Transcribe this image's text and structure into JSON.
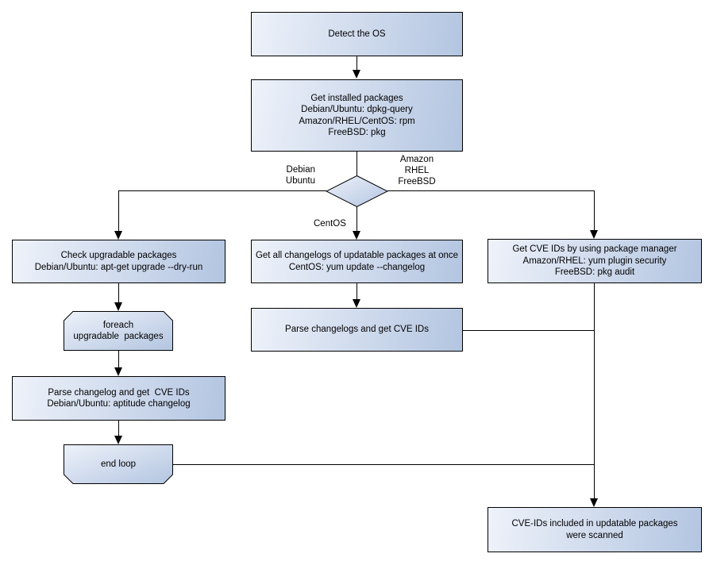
{
  "colors": {
    "box_light": "#eef2fa",
    "box_dark": "#b3c5e1",
    "stroke": "#000000",
    "background": "#ffffff"
  },
  "nodes": {
    "detect": {
      "shape": "rect",
      "text": "Detect the OS"
    },
    "installed": {
      "shape": "rect",
      "text": "Get installed packages\nDebian/Ubuntu: dpkg-query\nAmazon/RHEL/CentOS: rpm\nFreeBSD: pkg"
    },
    "os_decision": {
      "shape": "diamond",
      "text": ""
    },
    "check_upgradable": {
      "shape": "rect",
      "text": "Check upgradable packages\nDebian/Ubuntu: apt-get upgrade --dry-run"
    },
    "foreach_loop": {
      "shape": "loop-start",
      "text": "foreach\nupgradable  packages"
    },
    "parse_changelog": {
      "shape": "rect",
      "text": "Parse changelog and get  CVE IDs\nDebian/Ubuntu: aptitude changelog"
    },
    "end_loop": {
      "shape": "loop-end",
      "text": "end loop"
    },
    "get_changelogs": {
      "shape": "rect",
      "text": "Get all changelogs of updatable packages at once\nCentOS: yum update --changelog"
    },
    "parse_changelogs": {
      "shape": "rect",
      "text": "Parse changelogs and get CVE IDs"
    },
    "get_cve_ids": {
      "shape": "rect",
      "text": "Get CVE IDs by using package manager\nAmazon/RHEL: yum plugin security\nFreeBSD: pkg audit"
    },
    "scanned": {
      "shape": "rect",
      "text": "CVE-IDs included in updatable packages\nwere scanned"
    }
  },
  "edge_labels": {
    "debian_ubuntu": "Debian\nUbuntu",
    "amazon_rhel_freebsd": "Amazon\nRHEL\nFreeBSD",
    "centos": "CentOS"
  }
}
